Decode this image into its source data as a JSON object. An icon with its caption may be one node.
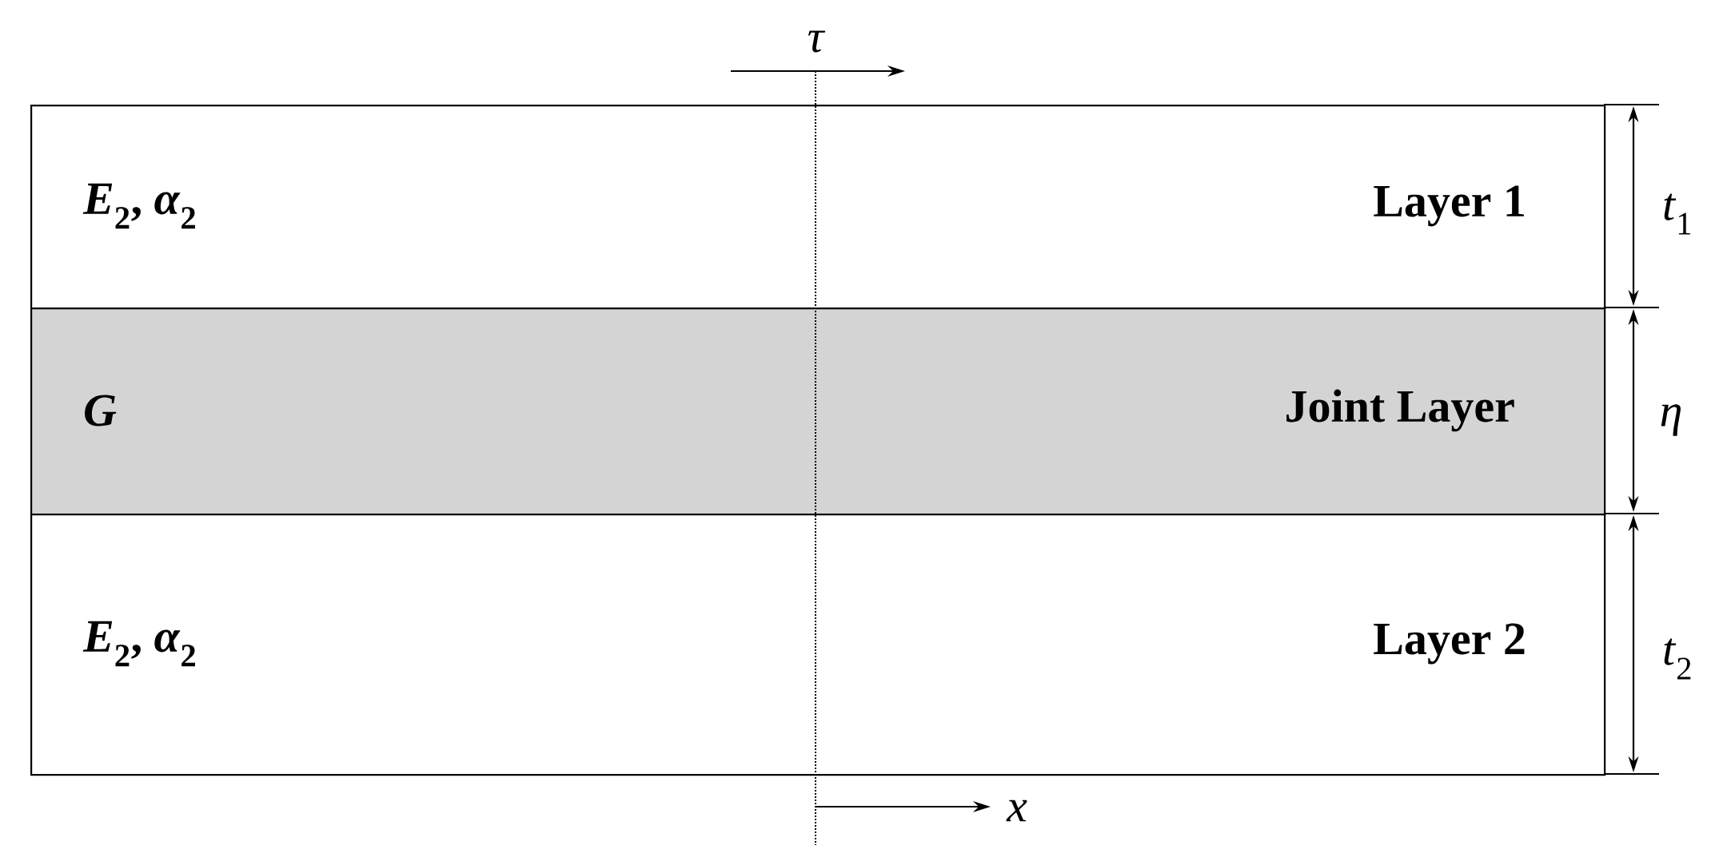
{
  "diagram": {
    "nodes": [
      {
        "text": [
          "*E*$_{2}$, *α*$_{2}$",
          "Layer 1"
        ]
      },
      {
        "text": [
          "*G*",
          "Joint Layer"
        ]
      },
      {
        "text": [
          "*E*$_{2}$, *α*$_{2}$",
          "Layer 2"
        ]
      }
    ],
    "labels": [
      "τ",
      "*t*$_{1}$",
      "η",
      "*t*$_{2}$",
      "x"
    ]
  }
}
